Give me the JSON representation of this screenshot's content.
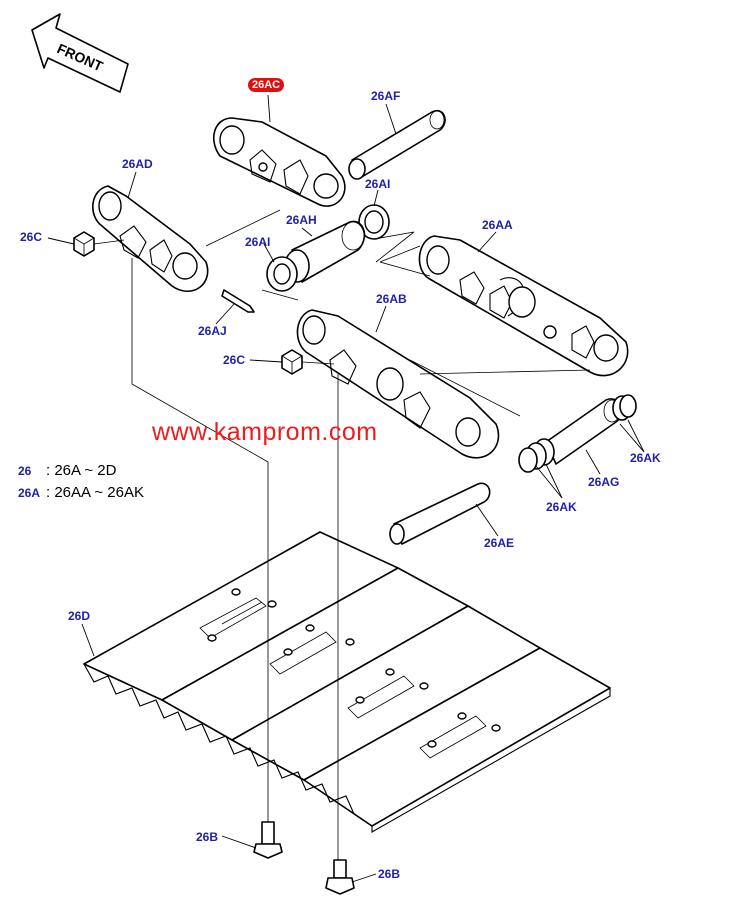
{
  "arrow": {
    "text": "FRONT"
  },
  "watermark": "www.kamprom.com",
  "labels": {
    "26AC": "26AC",
    "26AF": "26AF",
    "26AD": "26AD",
    "26AI_top": "26AI",
    "26AH": "26AH",
    "26AA": "26AA",
    "26C_left": "26C",
    "26AI_left": "26AI",
    "26AJ": "26AJ",
    "26AB": "26AB",
    "26C_mid": "26C",
    "26AK_right": "26AK",
    "26AG": "26AG",
    "26AK_left": "26AK",
    "26AE": "26AE",
    "26D": "26D",
    "26B_left": "26B",
    "26B_right": "26B"
  },
  "legend": [
    {
      "code": "26",
      "text": ": 26A ~ 2D"
    },
    {
      "code": "26A",
      "text": ": 26AA ~ 26AK"
    }
  ]
}
